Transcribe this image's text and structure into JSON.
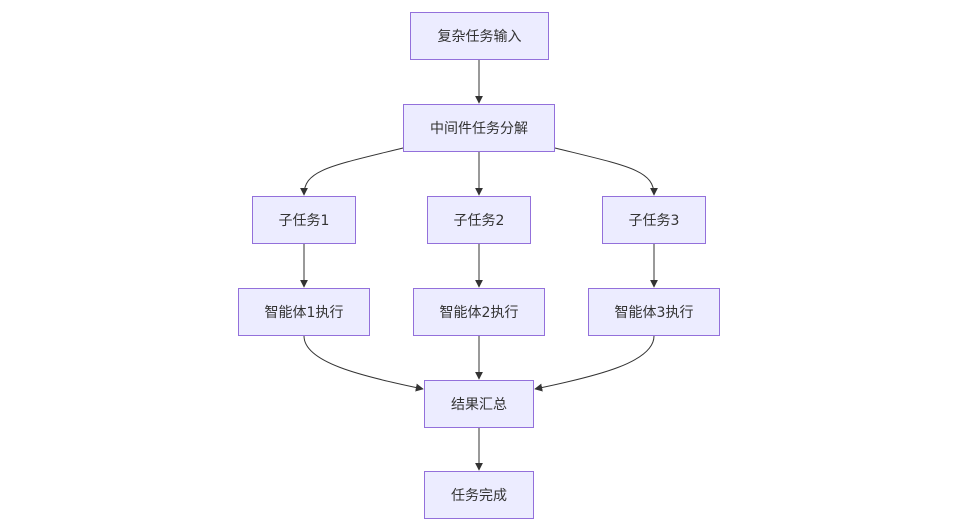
{
  "nodes": {
    "task_input": "复杂任务输入",
    "decomposition": "中间件任务分解",
    "subtask_1": "子任务1",
    "subtask_2": "子任务2",
    "subtask_3": "子任务3",
    "agent_1_exec": "智能体1执行",
    "agent_2_exec": "智能体2执行",
    "agent_3_exec": "智能体3执行",
    "aggregation": "结果汇总",
    "completion": "任务完成"
  },
  "edges": [
    [
      "task_input",
      "decomposition"
    ],
    [
      "decomposition",
      "subtask_1"
    ],
    [
      "decomposition",
      "subtask_2"
    ],
    [
      "decomposition",
      "subtask_3"
    ],
    [
      "subtask_1",
      "agent_1_exec"
    ],
    [
      "subtask_2",
      "agent_2_exec"
    ],
    [
      "subtask_3",
      "agent_3_exec"
    ],
    [
      "agent_1_exec",
      "aggregation"
    ],
    [
      "agent_2_exec",
      "aggregation"
    ],
    [
      "agent_3_exec",
      "aggregation"
    ],
    [
      "aggregation",
      "completion"
    ]
  ],
  "colors": {
    "node_fill": "#ECECFF",
    "node_border": "#9370DB",
    "edge": "#333333",
    "text": "#333333"
  }
}
